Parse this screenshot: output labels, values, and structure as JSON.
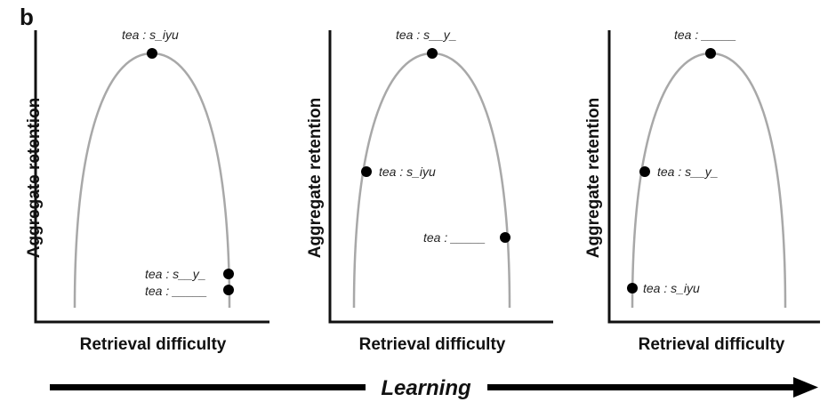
{
  "figure": {
    "panel_letter": "b",
    "arrow_label": "Learning",
    "colors": {
      "curve": "#a8a8a8",
      "axis": "#111111",
      "dot": "#000000",
      "text": "#222222"
    }
  },
  "chart_data": [
    {
      "type": "diagram",
      "xlabel": "Retrieval difficulty",
      "ylabel": "Aggregate retention",
      "points": [
        {
          "label": "tea : s_iyu",
          "position": "peak"
        },
        {
          "label": "tea : s__y_",
          "position": "right-tail"
        },
        {
          "label": "tea : _____",
          "position": "right-tail"
        }
      ]
    },
    {
      "type": "diagram",
      "xlabel": "Retrieval difficulty",
      "ylabel": "Aggregate retention",
      "points": [
        {
          "label": "tea : s__y_",
          "position": "peak"
        },
        {
          "label": "tea : s_iyu",
          "position": "left-side"
        },
        {
          "label": "tea : _____",
          "position": "right-side"
        }
      ]
    },
    {
      "type": "diagram",
      "xlabel": "Retrieval difficulty",
      "ylabel": "Aggregate retention",
      "points": [
        {
          "label": "tea : _____",
          "position": "peak"
        },
        {
          "label": "tea : s__y_",
          "position": "left-side"
        },
        {
          "label": "tea : s_iyu",
          "position": "left-tail"
        }
      ]
    }
  ]
}
